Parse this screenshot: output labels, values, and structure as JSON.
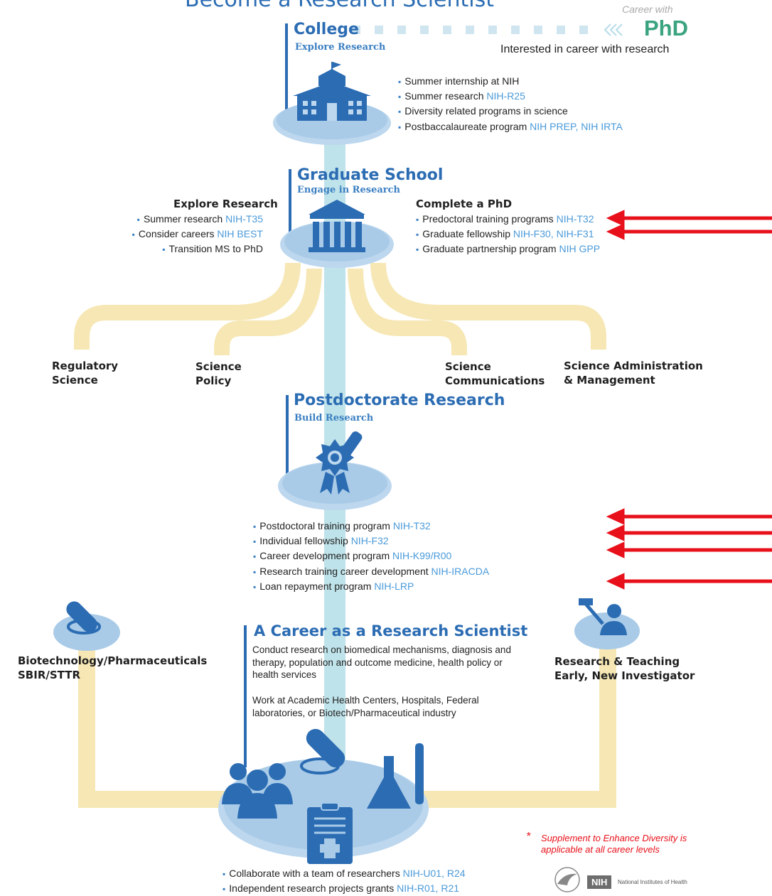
{
  "title": "Become a Research Scientist",
  "career_with": {
    "label": "Career with",
    "degree": "PhD",
    "subtitle": "Interested in career with research"
  },
  "college": {
    "heading": "College",
    "sub": "Explore Research",
    "items": [
      {
        "text": "Summer internship at NIH",
        "link": ""
      },
      {
        "text": "Summer research",
        "link": "NIH-R25"
      },
      {
        "text": "Diversity related programs in science",
        "link": ""
      },
      {
        "text": "Postbaccalaureate program",
        "link": "NIH PREP, NIH IRTA"
      }
    ]
  },
  "grad": {
    "heading": "Graduate School",
    "sub": "Engage in Research",
    "explore_title": "Explore Research",
    "explore_items": [
      {
        "text": "Summer research",
        "link": "NIH-T35"
      },
      {
        "text": "Consider careers",
        "link": "NIH BEST"
      },
      {
        "text": "Transition MS to PhD",
        "link": ""
      }
    ],
    "complete_title": "Complete a PhD",
    "complete_items": [
      {
        "text": "Predoctoral training programs",
        "link": "NIH-T32"
      },
      {
        "text": "Graduate fellowship",
        "link": "NIH-F30, NIH-F31"
      },
      {
        "text": "Graduate partnership program",
        "link": "NIH GPP"
      }
    ]
  },
  "branches": {
    "regulatory": [
      "Regulatory",
      "Science"
    ],
    "policy": [
      "Science",
      "Policy"
    ],
    "communications": [
      "Science",
      "Communications"
    ],
    "admin": [
      "Science Administration",
      "& Management"
    ]
  },
  "postdoc": {
    "heading": "Postdoctorate Research",
    "sub": "Build Research",
    "items": [
      {
        "text": "Postdoctoral training program",
        "link": "NIH-T32"
      },
      {
        "text": "Individual fellowship",
        "link": "NIH-F32"
      },
      {
        "text": "Career development program",
        "link": "NIH-K99/R00"
      },
      {
        "text": "Research training career development",
        "link": "NIH-IRACDA"
      },
      {
        "text": "Loan repayment program",
        "link": "NIH-LRP"
      }
    ]
  },
  "career": {
    "heading": "A Career as a Research Scientist",
    "para1": "Conduct research on biomedical mechanisms, diagnosis and therapy, population and outcome medicine, health policy or health services",
    "para2": "Work at Academic Health Centers, Hospitals, Federal laboratories, or Biotech/Pharmaceutical industry",
    "items": [
      {
        "text": "Collaborate with a team of researchers",
        "link": "NIH-U01, R24"
      },
      {
        "text": "Independent research projects grants",
        "link": "NIH-R01, R21"
      }
    ]
  },
  "biotech": [
    "Biotechnology/Pharmaceuticals",
    "SBIR/STTR"
  ],
  "research_teaching": [
    "Research & Teaching",
    "Early, New Investigator"
  ],
  "supplement": {
    "star": "*",
    "text": "Supplement to Enhance Diversity is applicable at all career levels"
  },
  "nih": {
    "badge": "NIH",
    "name": "National Institutes of Health"
  },
  "colors": {
    "primary_blue": "#2b6cb3",
    "link_blue": "#4a9ad9",
    "path_yellow": "#f6e7b4",
    "path_teal": "#bfe3ea",
    "arrow_red": "#e8101a"
  },
  "icons": [
    "school-building-icon",
    "bank-column-icon",
    "diploma-ribbon-icon",
    "pill-petri-icon",
    "teacher-icon",
    "people-group-icon",
    "flask-icon",
    "test-tube-icon",
    "clipboard-icon",
    "hhs-eagle-icon"
  ]
}
